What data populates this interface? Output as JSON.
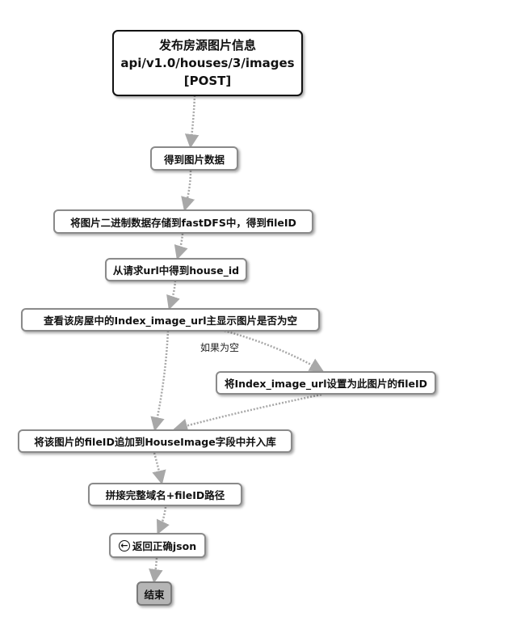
{
  "nodes": {
    "start": {
      "line1": "发布房源图片信息",
      "line2": "api/v1.0/houses/3/images",
      "line3": "[POST]"
    },
    "get_image_data": "得到图片数据",
    "store_fastdfs": "将图片二进制数据存储到fastDFS中，得到fileID",
    "get_house_id": "从请求url中得到house_id",
    "check_index_image": "查看该房屋中的Index_image_url主显示图片是否为空",
    "set_index_image": "将Index_image_url设置为此图片的fileID",
    "append_house_image": "将该图片的fileID追加到HouseImage字段中并入库",
    "build_url": "拼接完整域名+fileID路径",
    "return_json": "返回正确json",
    "end": "结束"
  },
  "edge_labels": {
    "if_empty": "如果为空"
  },
  "icons": {
    "return": "back-arrow-circle-icon"
  },
  "colors": {
    "edge": "#a8a8a8",
    "end_fill": "#b5b5b5",
    "node_border": "#8a8a8a"
  }
}
